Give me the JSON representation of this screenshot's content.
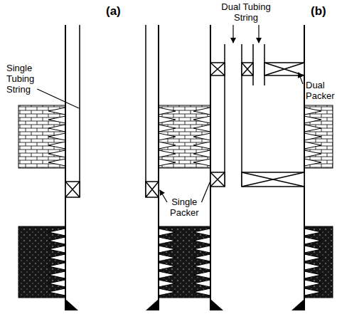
{
  "diagram": {
    "labels": [
      "(a)",
      "(b)",
      "Single Tubing String",
      "Dual Tubing String",
      "Dual Packer",
      "Single Packer"
    ]
  }
}
